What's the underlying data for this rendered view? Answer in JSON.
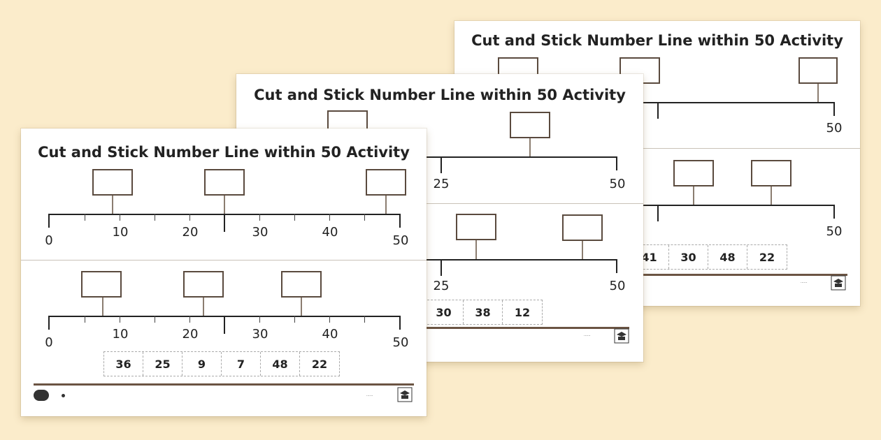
{
  "title": "Cut and Stick Number Line within 50 Activity",
  "labels": {
    "n0": "0",
    "n10": "10",
    "n20": "20",
    "n25": "25",
    "n30": "30",
    "n40": "40",
    "n50": "50"
  },
  "sheet_front": {
    "cards": [
      "36",
      "25",
      "9",
      "7",
      "48",
      "22"
    ]
  },
  "sheet_middle": {
    "cards": [
      "30",
      "38",
      "12"
    ]
  },
  "sheet_back": {
    "cards": [
      "41",
      "30",
      "48",
      "22"
    ]
  },
  "colors": {
    "background": "#fbeccb",
    "box_border": "#5a4a3e",
    "footer_bar": "#6b5443"
  }
}
